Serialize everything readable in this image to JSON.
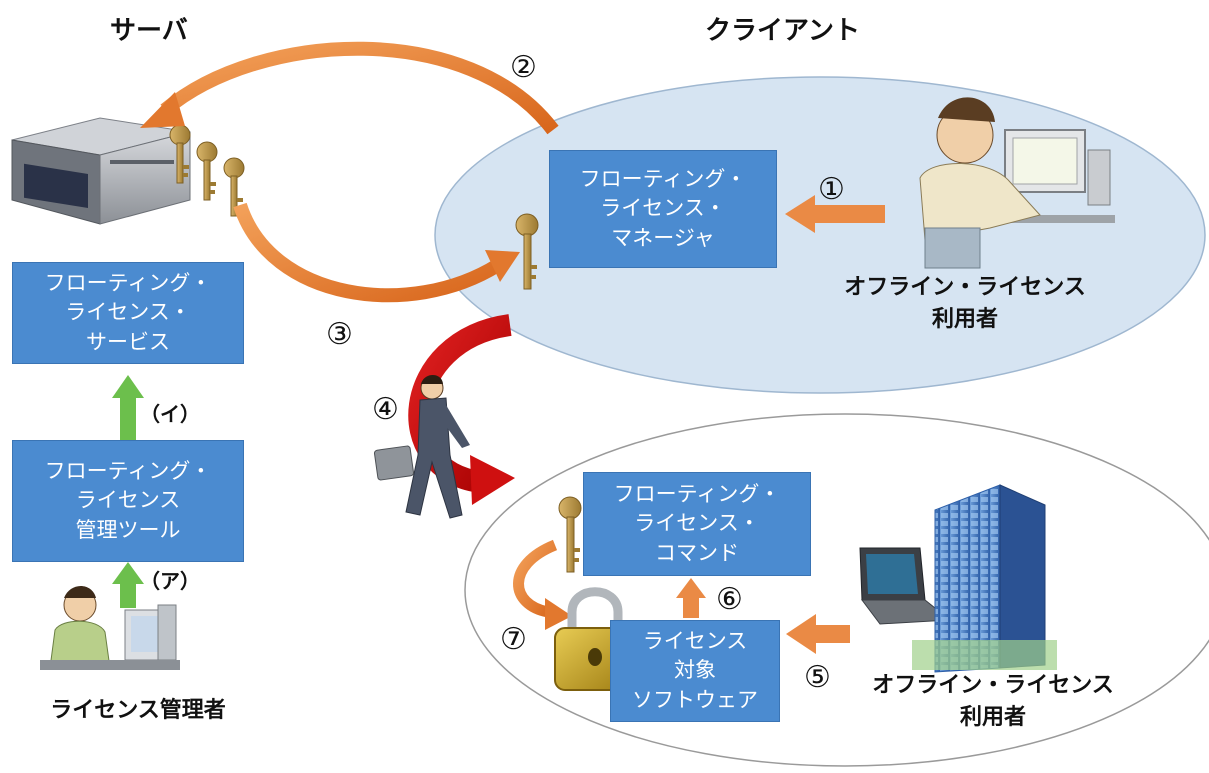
{
  "headings": {
    "server": "サーバ",
    "client": "クライアント"
  },
  "boxes": {
    "server_service": [
      "フローティング・",
      "ライセンス・",
      "サービス"
    ],
    "admin_tool": [
      "フローティング・",
      "ライセンス",
      "管理ツール"
    ],
    "manager": [
      "フローティング・",
      "ライセンス・",
      "マネージャ"
    ],
    "command": [
      "フローティング・",
      "ライセンス・",
      "コマンド"
    ],
    "target_software": [
      "ライセンス",
      "対象",
      "ソフトウェア"
    ]
  },
  "labels": {
    "admin": "ライセンス管理者",
    "client_user": [
      "オフライン・ライセンス",
      "利用者"
    ],
    "offline_user": [
      "オフライン・ライセンス",
      "利用者"
    ]
  },
  "steps": {
    "s1": "①",
    "s2": "②",
    "s3": "③",
    "s4": "④",
    "s5": "⑤",
    "s6": "⑥",
    "s7": "⑦"
  },
  "sublabels": {
    "a": "（ア）",
    "i": "（イ）"
  }
}
